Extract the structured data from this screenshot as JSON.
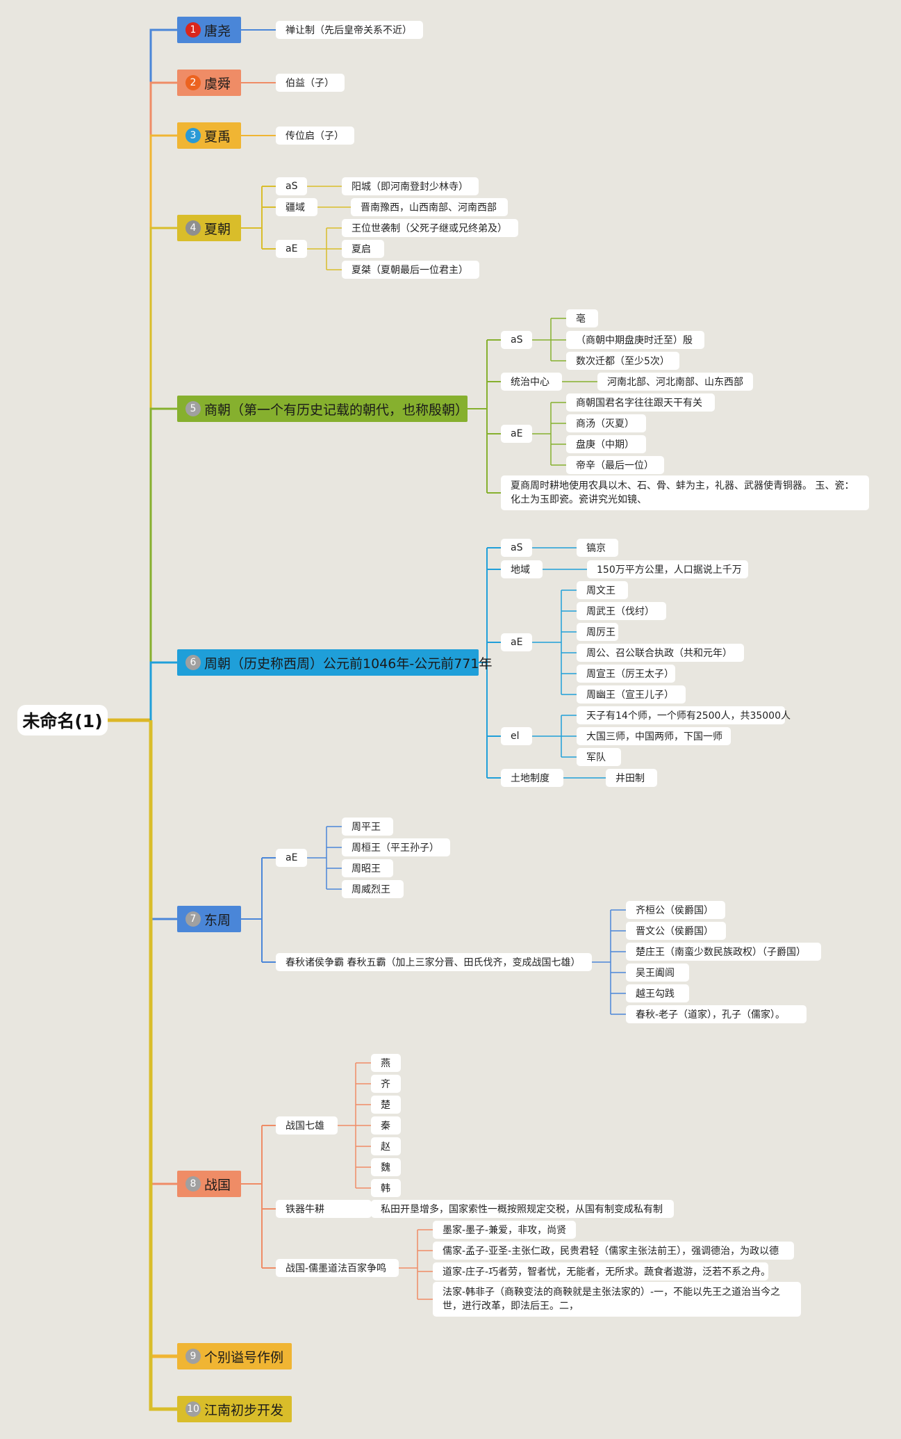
{
  "root": "未命名(1)",
  "branches": [
    {
      "badge": "1",
      "label": "唐尧",
      "color": "#4a86d8",
      "badge_color": "#d9261c",
      "items": [
        {
          "text": "禅让制（先后皇帝关系不近）"
        }
      ]
    },
    {
      "badge": "2",
      "label": "虞舜",
      "color": "#ef8c66",
      "badge_color": "#ec6320",
      "items": [
        {
          "text": "伯益（子）"
        }
      ]
    },
    {
      "badge": "3",
      "label": "夏禹",
      "color": "#f0b533",
      "badge_color": "#2a9ad6",
      "items": [
        {
          "text": "传位启（子）"
        }
      ]
    },
    {
      "badge": "4",
      "label": "夏朝",
      "color": "#d9bd2a",
      "badge_color": "#8f8f8f",
      "items": [
        {
          "text": "aS",
          "children": [
            {
              "text": "阳城（即河南登封少林寺）"
            }
          ]
        },
        {
          "text": "疆域",
          "children": [
            {
              "text": "晋南豫西，山西南部、河南西部"
            }
          ]
        },
        {
          "text": "aE",
          "children": [
            {
              "text": "王位世袭制（父死子继或兄终弟及）"
            },
            {
              "text": "夏启"
            },
            {
              "text": "夏桀（夏朝最后一位君主）"
            }
          ]
        }
      ]
    },
    {
      "badge": "5",
      "label": "商朝（第一个有历史记载的朝代，也称殷朝）",
      "color": "#86b02e",
      "badge_color": "#a0a0a0",
      "items": [
        {
          "text": "aS",
          "children": [
            {
              "text": "亳"
            },
            {
              "text": "（商朝中期盘庚时迁至）殷"
            },
            {
              "text": "数次迁都（至少5次）"
            }
          ]
        },
        {
          "text": "统治中心",
          "children": [
            {
              "text": "河南北部、河北南部、山东西部"
            }
          ]
        },
        {
          "text": "aE",
          "children": [
            {
              "text": "商朝国君名字往往跟天干有关"
            },
            {
              "text": "商汤（灭夏）"
            },
            {
              "text": "盘庚（中期）"
            },
            {
              "text": "帝辛（最后一位）"
            }
          ]
        },
        {
          "text": "夏商周时耕地使用农具以木、石、骨、蚌为主，礼器、武器使青铜器。 玉、瓷：化土为玉即瓷。瓷讲究光如镜、"
        }
      ]
    },
    {
      "badge": "6",
      "label": "周朝（历史称西周）公元前1046年-公元前771年",
      "color": "#1f9fd9",
      "badge_color": "#a0a0a0",
      "items": [
        {
          "text": "aS",
          "children": [
            {
              "text": "镐京"
            }
          ]
        },
        {
          "text": "地域",
          "children": [
            {
              "text": "150万平方公里，人口据说上千万"
            }
          ]
        },
        {
          "text": "aE",
          "children": [
            {
              "text": "周文王"
            },
            {
              "text": "周武王（伐纣）"
            },
            {
              "text": "周厉王"
            },
            {
              "text": "周公、召公联合执政（共和元年）"
            },
            {
              "text": "周宣王（厉王太子）"
            },
            {
              "text": "周幽王（宣王儿子）"
            }
          ]
        },
        {
          "text": "el",
          "children": [
            {
              "text": "天子有14个师，一个师有2500人，共35000人"
            },
            {
              "text": "大国三师，中国两师，下国一师"
            },
            {
              "text": "军队"
            }
          ]
        },
        {
          "text": "土地制度",
          "children": [
            {
              "text": "井田制"
            }
          ]
        }
      ]
    },
    {
      "badge": "7",
      "label": "东周",
      "color": "#4a86d8",
      "badge_color": "#a0a0a0",
      "items": [
        {
          "text": "aE",
          "children": [
            {
              "text": "周平王"
            },
            {
              "text": "周桓王（平王孙子）"
            },
            {
              "text": "周昭王"
            },
            {
              "text": "周威烈王"
            }
          ]
        },
        {
          "text": "春秋诸侯争霸 春秋五霸（加上三家分晋、田氏伐齐，变成战国七雄）",
          "children": [
            {
              "text": "齐桓公（侯爵国）"
            },
            {
              "text": "晋文公（侯爵国）"
            },
            {
              "text": "楚庄王（南蛮少数民族政权）（子爵国）"
            },
            {
              "text": "吴王阖闾"
            },
            {
              "text": "越王勾践"
            },
            {
              "text": "春秋-老子（道家），孔子（儒家）。"
            }
          ]
        }
      ]
    },
    {
      "badge": "8",
      "label": "战国",
      "color": "#ef8c66",
      "badge_color": "#a0a0a0",
      "items": [
        {
          "text": "战国七雄",
          "children": [
            {
              "text": "燕"
            },
            {
              "text": "齐"
            },
            {
              "text": "楚"
            },
            {
              "text": "秦"
            },
            {
              "text": "赵"
            },
            {
              "text": "魏"
            },
            {
              "text": "韩"
            }
          ]
        },
        {
          "text": "铁器牛耕",
          "children": [
            {
              "text": "私田开垦增多，国家索性一概按照规定交税，从国有制变成私有制"
            }
          ]
        },
        {
          "text": "战国-儒墨道法百家争鸣",
          "children": [
            {
              "text": "墨家-墨子-兼爱，非攻，尚贤"
            },
            {
              "text": "儒家-孟子-亚圣-主张仁政，民贵君轻（儒家主张法前王），强调德治，为政以德"
            },
            {
              "text": "道家-庄子-巧者劳，智者忧，无能者，无所求。蔬食者遨游，泛若不系之舟。"
            },
            {
              "text": "法家-韩非子（商鞅变法的商鞅就是主张法家的）-一，不能以先王之道治当今之世，进行改革，即法后王。二，"
            }
          ]
        }
      ]
    },
    {
      "badge": "9",
      "label": "个别谥号作例",
      "color": "#f0b533",
      "badge_color": "#a0a0a0",
      "items": []
    },
    {
      "badge": "10",
      "label": "江南初步开发",
      "color": "#d9bd2a",
      "badge_color": "#a0a0a0",
      "items": []
    }
  ]
}
